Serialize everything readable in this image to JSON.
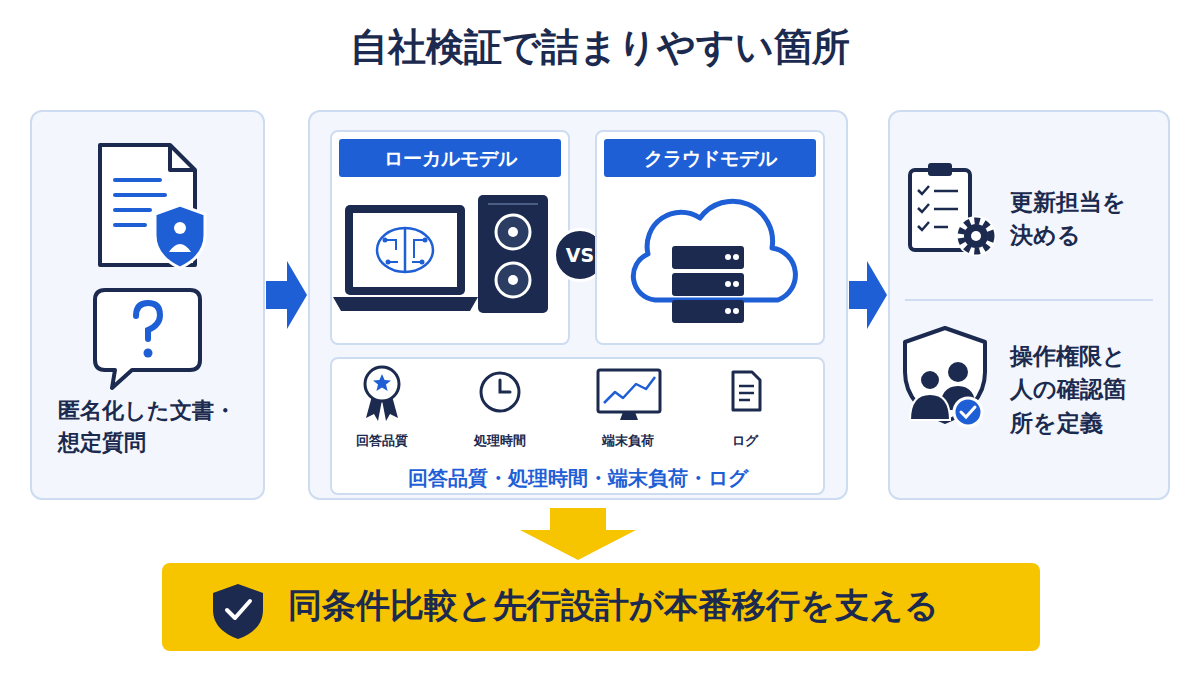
{
  "diagram": {
    "title": "自社検証で詰まりやすい箇所",
    "nodes": [
      {
        "text": [
          "匿名化した文書・想定質問"
        ]
      },
      {
        "text": []
      },
      {
        "text": [
          "ローカルモデル"
        ],
        "in": 1
      },
      {
        "text": [
          "VS"
        ],
        "in": 1
      },
      {
        "text": [
          "クラウドモデル"
        ],
        "in": 1
      },
      {
        "text": [
          "回答品質",
          "処理時間",
          "端末負荷",
          "ログ",
          "回答品質・処理時間・端末負荷・ログ"
        ],
        "in": 1
      },
      {
        "text": [
          "更新担当を決める",
          "操作権限と人の確認箇所を定義"
        ]
      },
      {
        "text": [
          "同条件比較と先行設計が本番移行を支える"
        ]
      }
    ],
    "edges": [
      {
        "from": 0,
        "to": 1,
        "arrow": "to"
      },
      {
        "from": 1,
        "to": 6,
        "arrow": "to"
      },
      {
        "from": 1,
        "to": 7,
        "arrow": "to"
      }
    ]
  }
}
